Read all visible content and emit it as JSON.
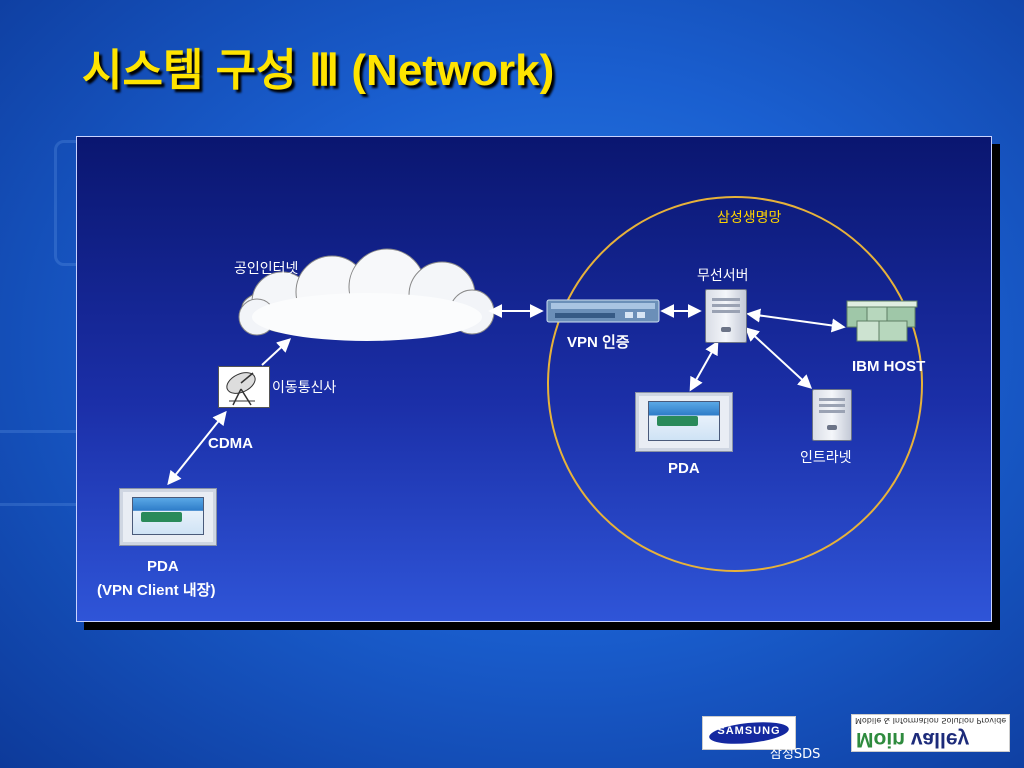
{
  "slide": {
    "title": "시스템 구성 Ⅲ  (Network)"
  },
  "diagram": {
    "internet_label": "공인인터넷",
    "telecom_label": "이동통신사",
    "cdma_label": "CDMA",
    "vpn_label": "VPN 인증",
    "zone_label": "삼성생명망",
    "wireless_server_label": "무선서버",
    "ibm_host_label": "IBM HOST",
    "pda_inner_label": "PDA",
    "intranet_label": "인트라넷",
    "pda_outer_label": "PDA",
    "pda_outer_sublabel": "(VPN Client 내장)"
  },
  "footer": {
    "samsung_logo_text": "SAMSUNG",
    "company_label": "삼성SDS",
    "partner_logo_tagline": "Mobile & Information Solution Provider",
    "partner_logo_name_green": "Moin",
    "partner_logo_name_rest": " valley"
  },
  "colors": {
    "title": "#ffe400",
    "zone_circle": "#e7b23a",
    "zone_label": "#ffd400",
    "connector": "#ffffff"
  }
}
